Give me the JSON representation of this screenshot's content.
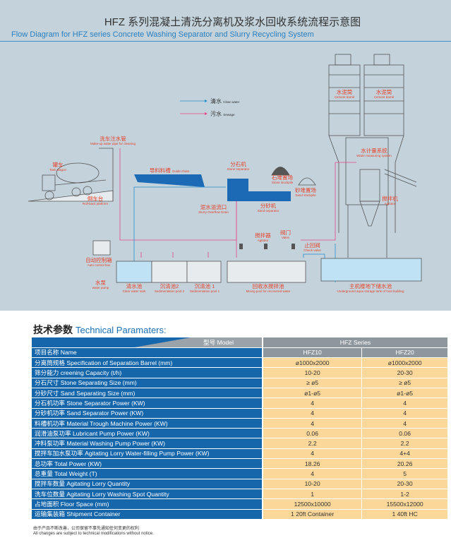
{
  "title_cn": "HFZ 系列混凝土清洗分离机及浆水回收系统流程示意图",
  "title_en": "Flow Diagram for HFZ series Concrete Washing Separator and Slurry Recycling System",
  "legend": [
    {
      "cn": "清水",
      "en": "Clear water",
      "color": "#2a8fd0"
    },
    {
      "cn": "污水",
      "en": "Sewage",
      "color": "#e8478a"
    }
  ],
  "labels": {
    "silo1": {
      "cn": "水泥筒",
      "en": "Cement barrel"
    },
    "silo2": {
      "cn": "水泥筒",
      "en": "Cement barrel"
    },
    "pipe": {
      "cn": "洗车注水管",
      "en": "Make-up water pipe for cleaning"
    },
    "tank": {
      "cn": "罐车",
      "en": "Tank wagon"
    },
    "platform": {
      "cn": "倒车台",
      "en": "Roll-back platform"
    },
    "chute": {
      "cn": "导料料槽",
      "en": "Guide chute"
    },
    "stone_sep": {
      "cn": "分石机",
      "en": "Stone separator"
    },
    "stone_pile": {
      "cn": "石堆置场",
      "en": "Stone stockpile"
    },
    "sand_pile": {
      "cn": "砂堆置场",
      "en": "Sand stockpile"
    },
    "drain": {
      "cn": "泥水溢流口",
      "en": "Slurry Overflow Drain"
    },
    "sand_sep": {
      "cn": "分砂机",
      "en": "Sand separator"
    },
    "water_meas": {
      "cn": "水计量系统",
      "en": "Water measuring system"
    },
    "agitator_main": {
      "cn": "搅拌机",
      "en": "Agitator"
    },
    "agitator": {
      "cn": "搅拌器",
      "en": "Agitator"
    },
    "valve": {
      "cn": "阀门",
      "en": "Valve"
    },
    "check_valve": {
      "cn": "止回阀",
      "en": "Check valve"
    },
    "control_box": {
      "cn": "自动控制箱",
      "en": "Auto control box"
    },
    "pump": {
      "cn": "水泵",
      "en": "water pump"
    },
    "clear_tank": {
      "cn": "清水池",
      "en": "Clear water tank"
    },
    "sed2": {
      "cn": "沉清池2",
      "en": "Sedimentation pool 2"
    },
    "sed1": {
      "cn": "沉清池 1",
      "en": "Sedimentation pool 1"
    },
    "mixing_pool": {
      "cn": "回收水搅拌池",
      "en": "Mixing pool for recovered water"
    },
    "underground": {
      "cn": "主机楼地下储水池",
      "en": "Underground aqua storage tank of host building"
    }
  },
  "tech": {
    "cn": "技术参数",
    "en": "Technical Paramaters:"
  },
  "table": {
    "model_label": "型号 Model",
    "name_label": "项目名称 Name",
    "series": "HFZ Series",
    "models": [
      "HFZ10",
      "HFZ20"
    ],
    "rows": [
      [
        "分离筒规格 Specification of Separation Barrel  (mm)",
        "ø1000x2000",
        "ø1000x2000"
      ],
      [
        "筛分能力 creening Capacity  (t/h)",
        "10-20",
        "20-30"
      ],
      [
        "分石尺寸 Stone Separating Size  (mm)",
        "≥ ø5",
        "≥ ø5"
      ],
      [
        "分砂尺寸 Sand Separating Size  (mm)",
        "ø1-ø5",
        "ø1-ø5"
      ],
      [
        "分石机功率 Stone Separator Power  (KW)",
        "4",
        "4"
      ],
      [
        "分砂机功率 Sand Separator Power  (KW)",
        "4",
        "4"
      ],
      [
        "料槽机功率 Material Trough Machine Power  (KW)",
        "4",
        "4"
      ],
      [
        "润滑油泵功率 Lubricant Pump Power  (KW)",
        "0.06",
        "0.06"
      ],
      [
        "冲料泵功率 Material Washing Pump Power  (KW)",
        "2.2",
        "2.2"
      ],
      [
        "搅拌车加水泵功率 Agitating Lorry Water-filling Pump Power  (KW)",
        "4",
        "4+4"
      ],
      [
        "总功率 Total Power  (KW)",
        "18.26",
        "20.26"
      ],
      [
        "总重量 Total Weight  (T)",
        "4",
        "5"
      ],
      [
        "搅拌车数量 Agitating Lorry Quantity",
        "10-20",
        "20-30"
      ],
      [
        "洗车位数量 Agitating Lorry Washing Spot Quantity",
        "1",
        "1-2"
      ],
      [
        "占地面积 Floor Space  (mm)",
        "12500x10000",
        "15500x12000"
      ],
      [
        "运输集装箱 Shipment Container",
        "1 20ft Container",
        "1 40ft HC"
      ]
    ]
  },
  "notes": [
    "由于产品不断改善，公司保留不事先通知任何变更的权利",
    "All changes are subject to technical modifications without notice."
  ]
}
